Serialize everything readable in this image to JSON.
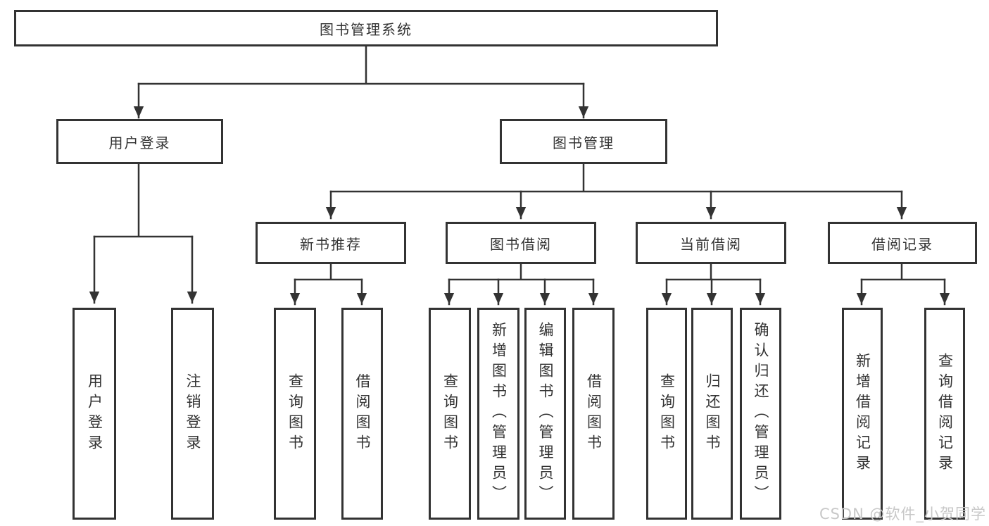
{
  "diagram": {
    "type": "tree",
    "title": "图书管理系统",
    "colors": {
      "background": "#ffffff",
      "box_fill": "#ffffff",
      "box_border": "#333333",
      "line": "#333333",
      "text": "#333333",
      "watermark": "#c8c8c8"
    }
  },
  "tree": {
    "label": "图书管理系统",
    "children": [
      {
        "label": "用户登录",
        "children": [
          {
            "label": "用户登录"
          },
          {
            "label": "注销登录"
          }
        ]
      },
      {
        "label": "图书管理",
        "children": [
          {
            "label": "新书推荐",
            "children": [
              {
                "label": "查询图书"
              },
              {
                "label": "借阅图书"
              }
            ]
          },
          {
            "label": "图书借阅",
            "children": [
              {
                "label": "查询图书"
              },
              {
                "label": "新增图书（管理员）"
              },
              {
                "label": "编辑图书（管理员）"
              },
              {
                "label": "借阅图书"
              }
            ]
          },
          {
            "label": "当前借阅",
            "children": [
              {
                "label": "查询图书"
              },
              {
                "label": "归还图书"
              },
              {
                "label": "确认归还（管理员）"
              }
            ]
          },
          {
            "label": "借阅记录",
            "children": [
              {
                "label": "新增借阅记录"
              },
              {
                "label": "查询借阅记录"
              }
            ]
          }
        ]
      }
    ]
  },
  "watermark": {
    "text": "CSDN @软件_小贺同学"
  }
}
